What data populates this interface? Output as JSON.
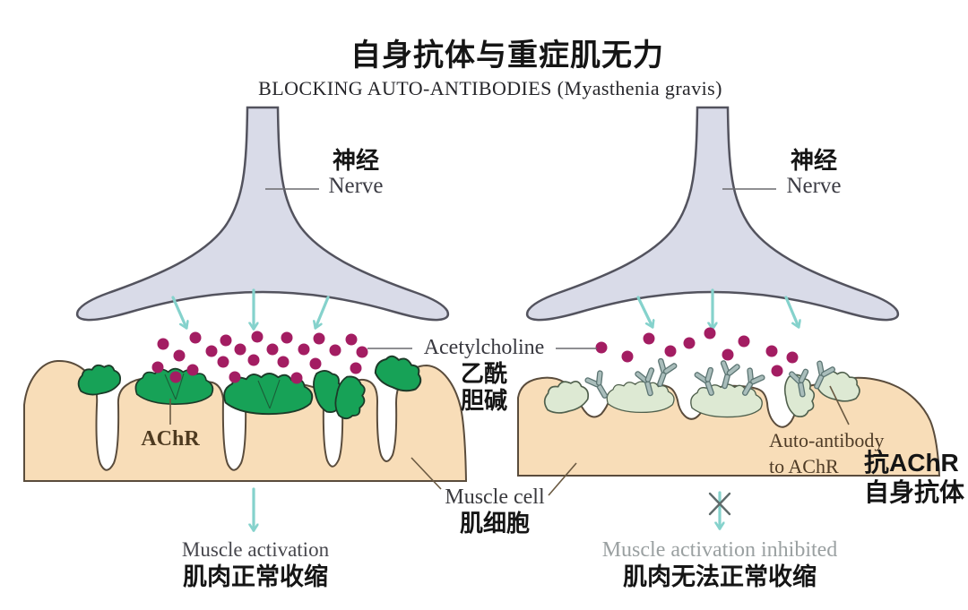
{
  "title": "自身抗体与重症肌无力",
  "subtitle": "BLOCKING AUTO-ANTIBODIES (Myasthenia gravis)",
  "left_panel": {
    "nerve_cn": "神经",
    "nerve_en": "Nerve",
    "achr_label": "AChR",
    "result_en": "Muscle activation",
    "result_cn": "肌肉正常收缩"
  },
  "right_panel": {
    "nerve_cn": "神经",
    "nerve_en": "Nerve",
    "antibody_en_line1": "Auto-antibody",
    "antibody_en_line2": "to AChR",
    "antibody_cn_line1": "抗AChR",
    "antibody_cn_line2": "自身抗体",
    "result_en": "Muscle activation inhibited",
    "result_cn": "肌肉无法正常收缩"
  },
  "shared": {
    "acetylcholine_en": "Acetylcholine",
    "acetylcholine_cn_line1": "乙酰",
    "acetylcholine_cn_line2": "胆碱",
    "muscle_cell_en": "Muscle cell",
    "muscle_cell_cn": "肌细胞"
  },
  "colors": {
    "nerve-fill": "#d9dbe8",
    "nerve-outline": "#53535e",
    "arrow-teal": "#85d2cc",
    "ach-dot": "#a31d62",
    "muscle-fill": "#f8ddb8",
    "muscle-outline": "#5a4c3c",
    "receptor-green": "#17a257",
    "receptor-pale": "#dde9d3",
    "antibody-fill": "#a9bdbb",
    "text-gray": "#9aa0a1",
    "x-mark": "#5f6b6b"
  }
}
